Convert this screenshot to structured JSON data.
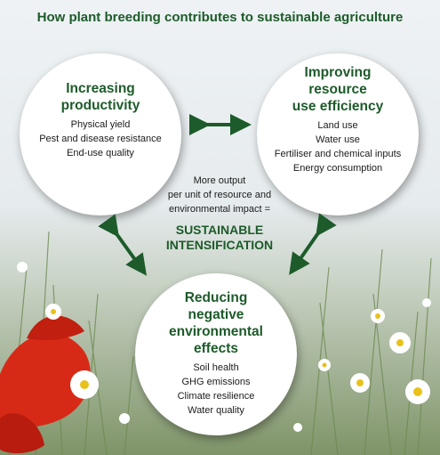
{
  "title": "How plant breeding contributes to sustainable agriculture",
  "colors": {
    "brand_green": "#1d5b2a",
    "circle_fill": "#ffffff"
  },
  "circles": [
    {
      "heading": [
        "Increasing",
        "productivity"
      ],
      "items": [
        "Physical yield",
        "Pest and disease resistance",
        "End-use quality"
      ]
    },
    {
      "heading": [
        "Improving",
        "resource",
        "use efficiency"
      ],
      "items": [
        "Land use",
        "Water use",
        "Fertiliser and chemical inputs",
        "Energy consumption"
      ]
    },
    {
      "heading": [
        "Reducing",
        "negative",
        "environmental",
        "effects"
      ],
      "items": [
        "Soil health",
        "GHG emissions",
        "Climate resilience",
        "Water quality"
      ]
    }
  ],
  "center": {
    "lines": [
      "More output",
      "per unit of resource and",
      "environmental impact ="
    ],
    "emphasis": [
      "SUSTAINABLE",
      "INTENSIFICATION"
    ]
  }
}
